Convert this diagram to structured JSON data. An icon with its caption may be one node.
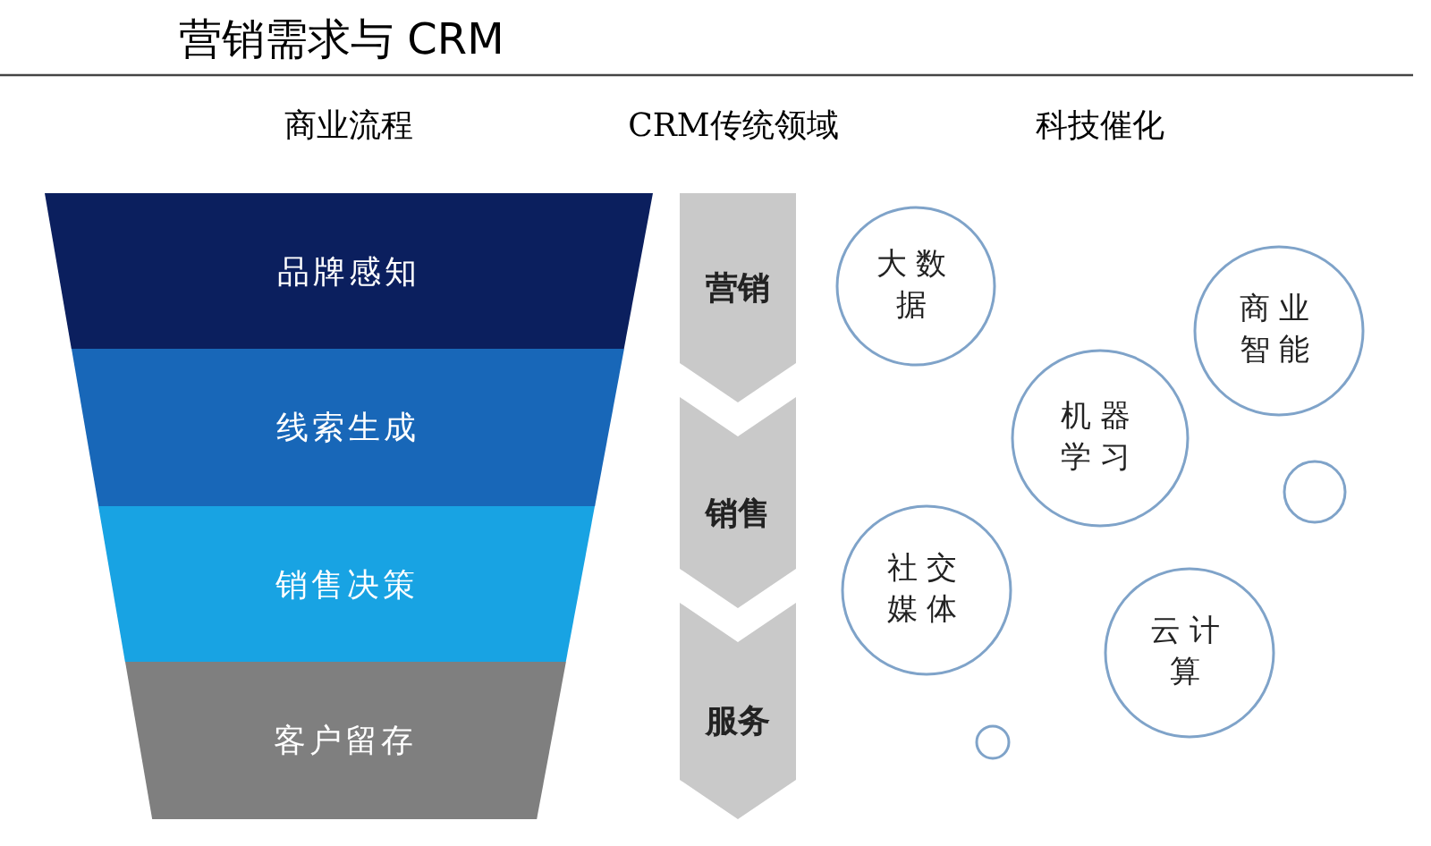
{
  "diagram": {
    "title": "营销需求与 CRM",
    "nodes": [
      {
        "text": [
          "品牌感知"
        ]
      },
      {
        "text": [
          "线索生成"
        ]
      },
      {
        "text": [
          "销售决策"
        ]
      },
      {
        "text": [
          "客户留存"
        ]
      },
      {
        "text": [
          "营销"
        ]
      },
      {
        "text": [
          "销售"
        ]
      },
      {
        "text": [
          "服务"
        ]
      },
      {
        "text": [
          "大数据"
        ]
      },
      {
        "text": [
          "商业智能"
        ]
      },
      {
        "text": [
          "机器学习"
        ]
      },
      {
        "text": [],
        "shape": "circle"
      },
      {
        "text": [
          "社交媒体"
        ]
      },
      {
        "text": [
          "云计算"
        ]
      },
      {
        "text": [],
        "shape": "circle"
      }
    ],
    "labels": [
      "商业流程",
      "CRM传统领域",
      "科技催化"
    ]
  }
}
